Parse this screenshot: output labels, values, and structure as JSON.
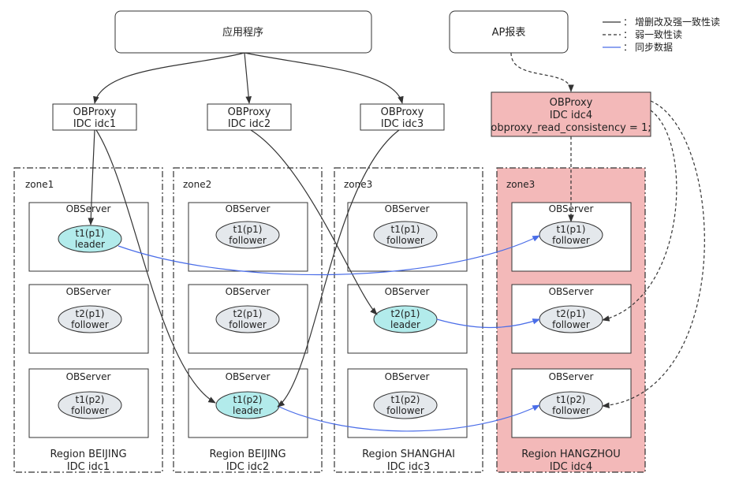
{
  "nodes": {
    "app": {
      "label": "应用程序"
    },
    "ap_report": {
      "label": "AP报表"
    }
  },
  "legend": {
    "solid": "增删改及强一致性读",
    "dashed": "弱一致性读",
    "blue": "同步数据",
    "prefix": "：",
    "colors": {
      "solid": "#333333",
      "dashed": "#333333",
      "blue": "#4a6de8"
    }
  },
  "proxies": [
    {
      "line1": "OBProxy",
      "line2": "IDC idc1"
    },
    {
      "line1": "OBProxy",
      "line2": "IDC idc2"
    },
    {
      "line1": "OBProxy",
      "line2": "IDC idc3"
    },
    {
      "line1": "OBProxy",
      "line2": "IDC idc4",
      "line3": "obproxy_read_consistency = 1;"
    }
  ],
  "zones": [
    {
      "name": "zone1",
      "region": "Region BEIJING",
      "idc": "IDC idc1",
      "servers": [
        {
          "title": "OBServer",
          "replica": "t1(p1)",
          "role": "leader"
        },
        {
          "title": "OBServer",
          "replica": "t2(p1)",
          "role": "follower"
        },
        {
          "title": "OBServer",
          "replica": "t1(p2)",
          "role": "follower"
        }
      ]
    },
    {
      "name": "zone2",
      "region": "Region BEIJING",
      "idc": "IDC idc2",
      "servers": [
        {
          "title": "OBServer",
          "replica": "t1(p1)",
          "role": "follower"
        },
        {
          "title": "OBServer",
          "replica": "t2(p1)",
          "role": "follower"
        },
        {
          "title": "OBServer",
          "replica": "t1(p2)",
          "role": "leader"
        }
      ]
    },
    {
      "name": "zone3",
      "region": "Region SHANGHAI",
      "idc": "IDC idc3",
      "servers": [
        {
          "title": "OBServer",
          "replica": "t1(p1)",
          "role": "follower"
        },
        {
          "title": "OBServer",
          "replica": "t2(p1)",
          "role": "leader"
        },
        {
          "title": "OBServer",
          "replica": "t1(p2)",
          "role": "follower"
        }
      ]
    },
    {
      "name": "zone3",
      "region": "Region HANGZHOU",
      "idc": "IDC idc4",
      "servers": [
        {
          "title": "OBServer",
          "replica": "t1(p1)",
          "role": "follower"
        },
        {
          "title": "OBServer",
          "replica": "t2(p1)",
          "role": "follower"
        },
        {
          "title": "OBServer",
          "replica": "t1(p2)",
          "role": "follower"
        }
      ]
    }
  ],
  "colors": {
    "leader_fill": "#b2ebeb",
    "follower_fill": "#e4e8ec",
    "highlight_fill": "#f3b9b9",
    "sync_line": "#4a6de8"
  }
}
